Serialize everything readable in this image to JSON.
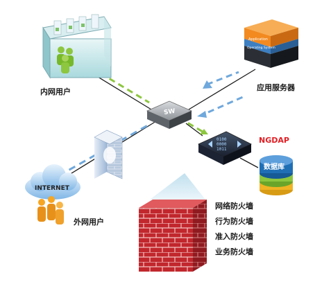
{
  "labels": {
    "intranet_users": "内网用户",
    "app_server": "应用服务器",
    "internet_users": "外网用户",
    "database": "数据库",
    "ngdap": "NGDAP",
    "internet": "INTERNET",
    "switch": "SW",
    "ngdap_binary": [
      "0100",
      "0000",
      "1011"
    ],
    "app_server_layers": [
      "Application",
      "Operating System"
    ]
  },
  "firewall_types": [
    "网络防火墙",
    "行为防火墙",
    "准入防火墙",
    "业务防火墙"
  ],
  "colors": {
    "traffic_green": "#8dc63f",
    "traffic_blue": "#6fa8dc",
    "server_orange": "#f28a20",
    "server_blue": "#3d7fc1",
    "brick_red": "#c0262c",
    "ngdap_red": "#e31e24",
    "database_blue": "#1f6fb5",
    "database_green": "#8cc63f",
    "database_gold": "#f0b323"
  },
  "icons": {
    "intranet": "office-building-icon",
    "internet_cloud": "cloud-icon",
    "users": "user-group-icon",
    "switch": "network-switch-icon",
    "server": "server-stack-icon",
    "ngdap": "security-appliance-icon",
    "database": "database-icon",
    "firewall": "brick-firewall-icon"
  }
}
